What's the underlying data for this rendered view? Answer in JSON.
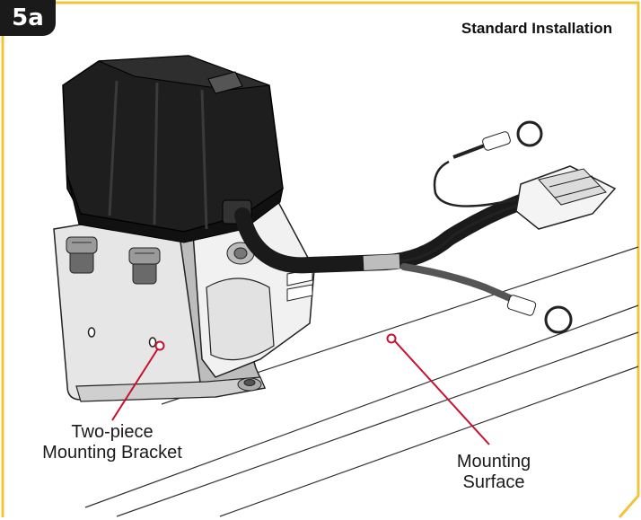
{
  "step": "5a",
  "title": "Standard Installation",
  "callouts": [
    {
      "line1": "Two-piece",
      "line2": "Mounting Bracket"
    },
    {
      "line1": "Mounting",
      "line2": "Surface"
    }
  ],
  "colors": {
    "frame": "#f3c43a",
    "callout": "#c8102e",
    "housing": "#1e1e1e",
    "bracket": "#d4d4d4",
    "cable": "#3a3a3a"
  }
}
